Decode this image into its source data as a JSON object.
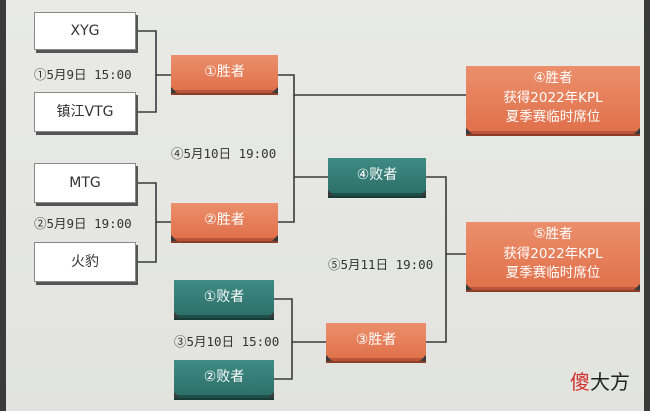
{
  "teams": {
    "xyg": "XYG",
    "vtg": "镇江VTG",
    "mtg": "MTG",
    "huobao": "火豹"
  },
  "matches": {
    "m1_date": "①5月9日 15:00",
    "m2_date": "②5月9日 19:00",
    "m3_date": "③5月10日 15:00",
    "m4_date": "④5月10日 19:00",
    "m5_date": "⑤5月11日 19:00"
  },
  "nodes": {
    "w1": "①胜者",
    "w2": "②胜者",
    "l1": "①败者",
    "l2": "②败者",
    "l4": "④败者",
    "w3": "③胜者"
  },
  "finals": {
    "top": [
      "④胜者",
      "获得2022年KPL",
      "夏季赛临时席位"
    ],
    "bottom": [
      "⑤胜者",
      "获得2022年KPL",
      "夏季赛临时席位"
    ]
  },
  "watermark": {
    "accent": "傻",
    "rest": "大方"
  },
  "colors": {
    "orange": "#e0714b",
    "teal": "#2d7069",
    "line": "#3a3a3a"
  }
}
